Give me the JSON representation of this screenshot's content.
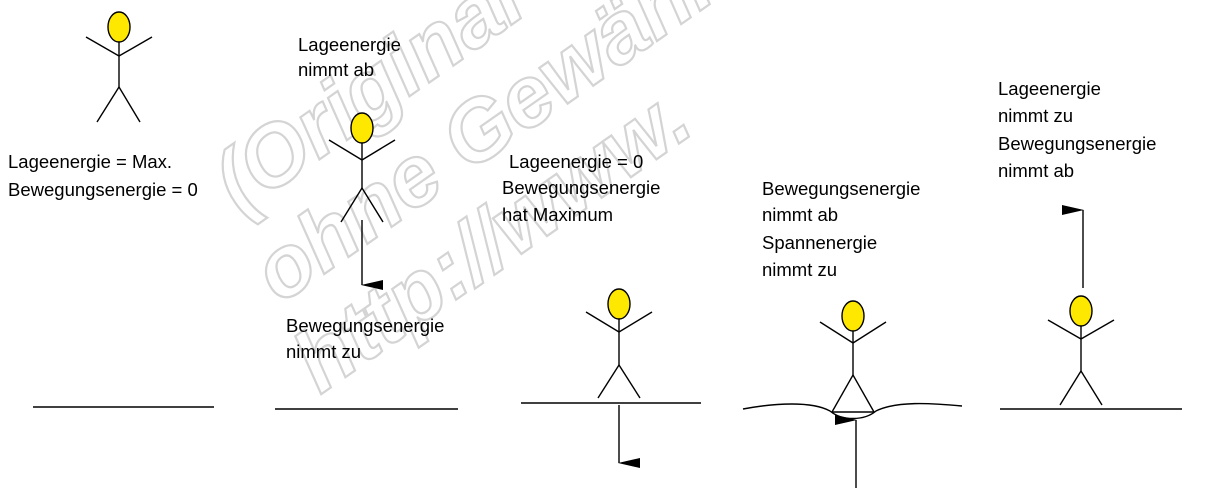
{
  "colors": {
    "head": "#ffe800",
    "ink": "#000000",
    "watermark": "#d4d4d4"
  },
  "watermark": {
    "line1": "(Original",
    "line2": "ohne Gewähr",
    "line3": "http://www."
  },
  "labels": {
    "s1_l1": "Lageenergie = Max.",
    "s1_l2": "Bewegungsenergie = 0",
    "s2_top_l1": "Lageenergie",
    "s2_top_l2": "nimmt ab",
    "s2_bot_l1": "Bewegungsenergie",
    "s2_bot_l2": "nimmt zu",
    "s3_l1": "Lageenergie = 0",
    "s3_l2": "Bewegungsenergie",
    "s3_l3": "hat Maximum",
    "s4_l1": "Bewegungsenergie",
    "s4_l2": "nimmt ab",
    "s4_l3": "Spannenergie",
    "s4_l4": "nimmt zu",
    "s5_l1": "Lageenergie",
    "s5_l2": "nimmt zu",
    "s5_l3": "Bewegungsenergie",
    "s5_l4": "nimmt ab"
  }
}
